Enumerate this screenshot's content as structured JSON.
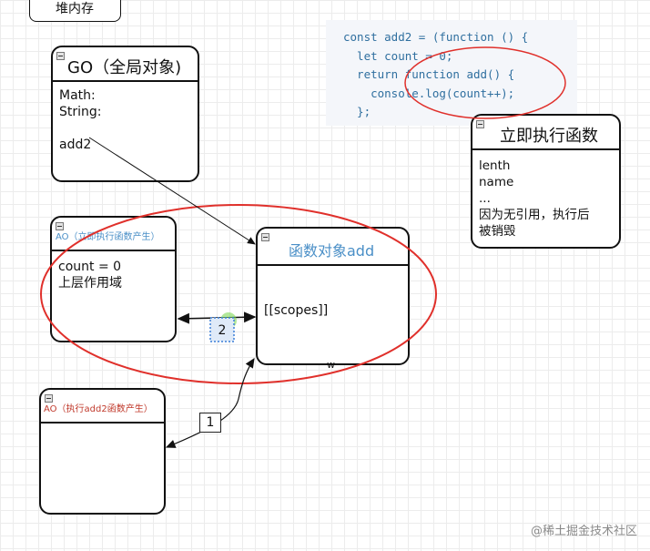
{
  "top_box": {
    "label": "堆内存"
  },
  "go": {
    "title": "GO（全局对象)",
    "lines": "Math:\nString:\n\nadd2"
  },
  "iife": {
    "title": "立即执行函数",
    "lines": "lenth\nname\n...\n因为无引用，执行后\n被销毁"
  },
  "ao1": {
    "title": "AO（立即执行函数产生）",
    "lines": "count = 0\n上层作用域",
    "title_color": "#4a8fc7"
  },
  "fn": {
    "title": "函数对象add",
    "lines": "[[scopes]]",
    "title_color": "#4a8fc7"
  },
  "ao2": {
    "title": "AO（执行add2函数产生）",
    "title_color": "#c0392b"
  },
  "code": {
    "lines": [
      "const add2 = (function () {",
      "  let count = 0;",
      "  return function add() {",
      "    console.log(count++);",
      "  };"
    ]
  },
  "labels": {
    "one": "1",
    "two": "2",
    "w": "w"
  },
  "watermark": "@稀土掘金技术社区",
  "colors": {
    "ellipse": "#e0302b",
    "selection": "#3b7fd8",
    "highlight": "#7ed957"
  }
}
